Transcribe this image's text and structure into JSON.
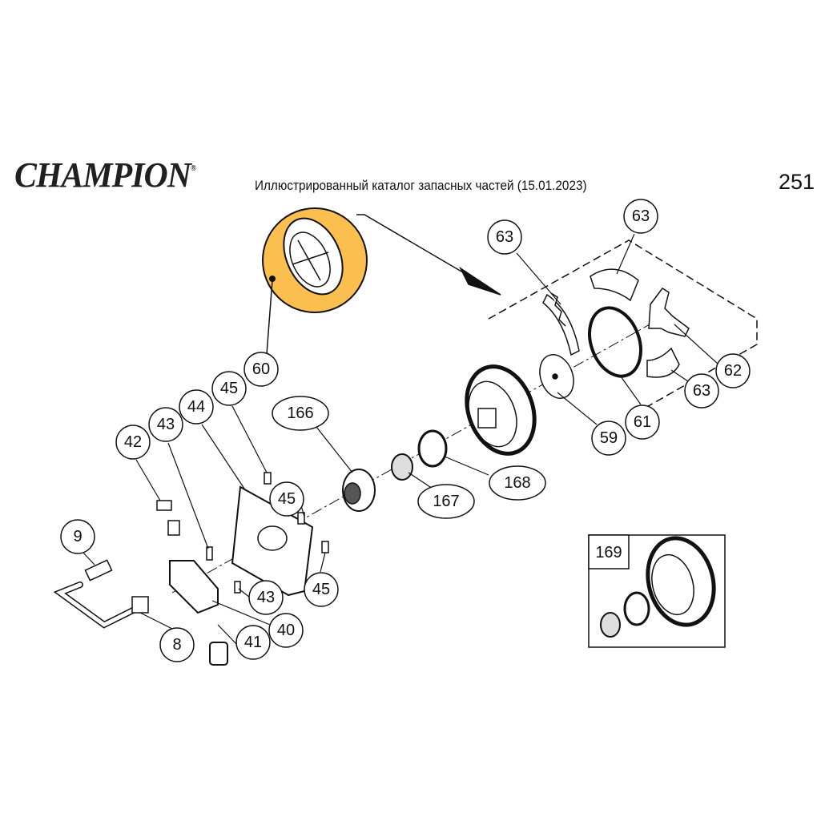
{
  "header": {
    "brand": "CHAMPION",
    "registered": "®",
    "title": "Иллюстрированный каталог запасных частей (15.01.2023)",
    "page_number": "251"
  },
  "highlight_color": "#fbbf4f",
  "callouts": {
    "c63a": "63",
    "c63b": "63",
    "c62": "62",
    "c63c": "63",
    "c61": "61",
    "c59": "59",
    "c60": "60",
    "c45a": "45",
    "c44": "44",
    "c43a": "43",
    "c42": "42",
    "c166": "166",
    "c167": "167",
    "c168": "168",
    "c45b": "45",
    "c45c": "45",
    "c43b": "43",
    "c40": "40",
    "c41": "41",
    "c9": "9",
    "c8": "8",
    "c169": "169"
  }
}
